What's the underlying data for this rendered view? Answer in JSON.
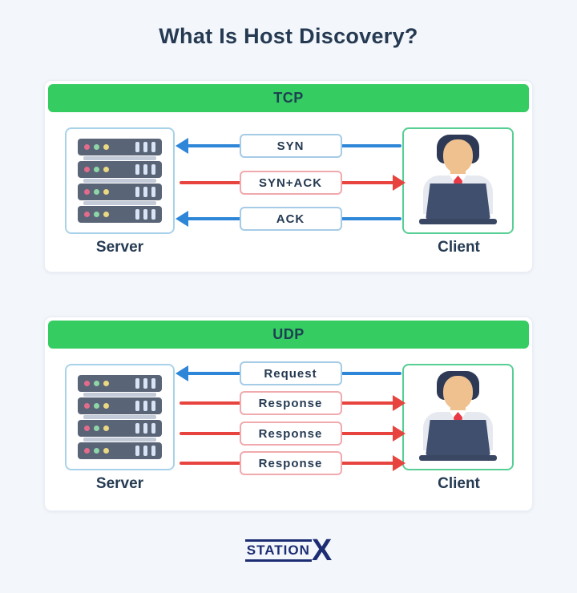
{
  "page": {
    "title": "What Is Host Discovery?",
    "background_color": "#f3f6fa",
    "title_color": "#253a52"
  },
  "colors": {
    "header_green": "#35cc62",
    "arrow_blue": "#2d86d8",
    "arrow_red": "#e8443f",
    "blue_box_border": "#a6cbe6",
    "red_box_border": "#f0a9ad",
    "server_border_blue": "#a8d2ea",
    "client_border_green": "#57cf94",
    "navy_text": "#253a52",
    "logo_navy": "#1d2d73"
  },
  "icons": {
    "server": "server-rack-icon",
    "client": "person-at-laptop-icon"
  },
  "panels": [
    {
      "id": "tcp",
      "header": "TCP",
      "server_label": "Server",
      "client_label": "Client",
      "messages": [
        {
          "label": "SYN",
          "direction": "client-to-server",
          "color": "#2d86d8"
        },
        {
          "label": "SYN+ACK",
          "direction": "server-to-client",
          "color": "#e8443f"
        },
        {
          "label": "ACK",
          "direction": "client-to-server",
          "color": "#2d86d8"
        }
      ]
    },
    {
      "id": "udp",
      "header": "UDP",
      "server_label": "Server",
      "client_label": "Client",
      "messages": [
        {
          "label": "Request",
          "direction": "client-to-server",
          "color": "#2d86d8"
        },
        {
          "label": "Response",
          "direction": "server-to-client",
          "color": "#e8443f"
        },
        {
          "label": "Response",
          "direction": "server-to-client",
          "color": "#e8443f"
        },
        {
          "label": "Response",
          "direction": "server-to-client",
          "color": "#e8443f"
        }
      ]
    }
  ],
  "brand": {
    "station_text": "STATION",
    "x_text": "X"
  }
}
